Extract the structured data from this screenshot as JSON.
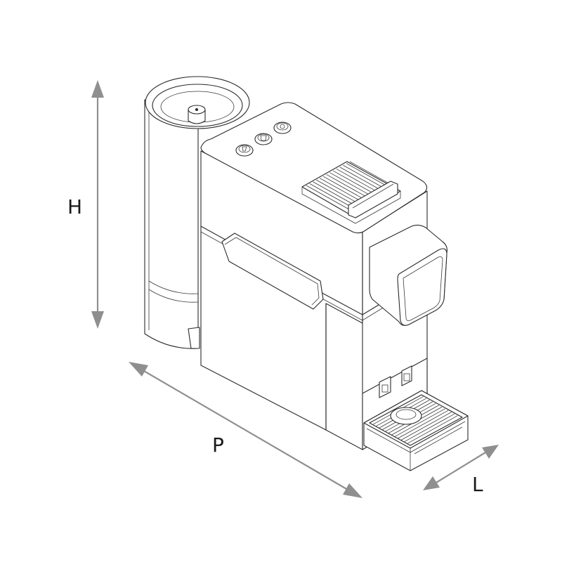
{
  "dimensions": {
    "height_label": "H",
    "depth_label": "P",
    "width_label": "L"
  },
  "colors": {
    "arrow": "#8f8f8f",
    "outline": "#2a2a2a",
    "label": "#1a1a1a"
  }
}
